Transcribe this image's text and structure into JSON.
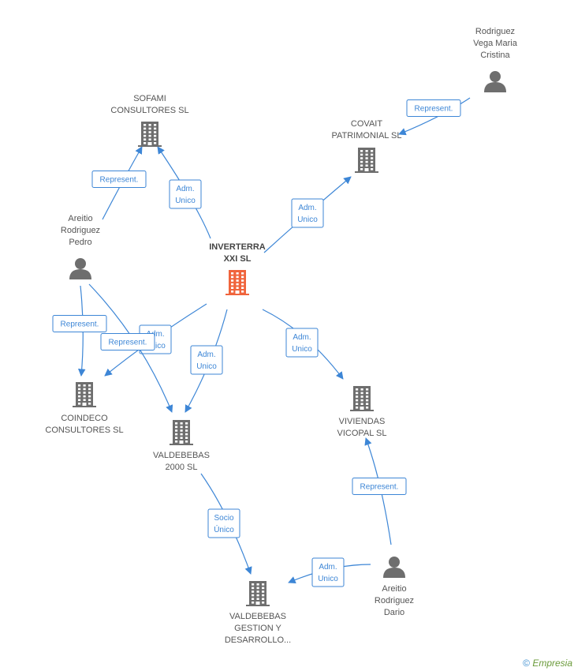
{
  "colors": {
    "edge": "#3d86d6",
    "node": "#6e6e6e",
    "main_node": "#f0643c"
  },
  "nodes": [
    {
      "id": "inverterra",
      "type": "company",
      "main": true,
      "lines": [
        "INVERTERRA",
        "XXI SL"
      ]
    },
    {
      "id": "sofami",
      "type": "company",
      "lines": [
        "SOFAMI",
        "CONSULTORES SL"
      ]
    },
    {
      "id": "covait",
      "type": "company",
      "lines": [
        "COVAIT",
        "PATRIMONIAL SL"
      ]
    },
    {
      "id": "coindeco",
      "type": "company",
      "lines": [
        "COINDECO",
        "CONSULTORES SL"
      ]
    },
    {
      "id": "valdebebas2000",
      "type": "company",
      "lines": [
        "VALDEBEBAS",
        "2000 SL"
      ]
    },
    {
      "id": "vicopal",
      "type": "company",
      "lines": [
        "VIVIENDAS",
        "VICOPAL SL"
      ]
    },
    {
      "id": "valdebebasgestion",
      "type": "company",
      "lines": [
        "VALDEBEBAS",
        "GESTION Y",
        "DESARROLLO..."
      ]
    },
    {
      "id": "rodriguez_vega",
      "type": "person",
      "lines": [
        "Rodriguez",
        "Vega Maria",
        "Cristina"
      ]
    },
    {
      "id": "areitio_pedro",
      "type": "person",
      "lines": [
        "Areitio",
        "Rodriguez",
        "Pedro"
      ]
    },
    {
      "id": "areitio_dario",
      "type": "person",
      "lines": [
        "Areitio",
        "Rodriguez",
        "Dario"
      ]
    }
  ],
  "edges": [
    {
      "from": "inverterra",
      "to": "sofami",
      "label": [
        "Adm.",
        "Unico"
      ]
    },
    {
      "from": "inverterra",
      "to": "covait",
      "label": [
        "Adm.",
        "Unico"
      ]
    },
    {
      "from": "inverterra",
      "to": "coindeco",
      "label": [
        "Adm.",
        "Unico"
      ]
    },
    {
      "from": "inverterra",
      "to": "valdebebas2000",
      "label": [
        "Adm.",
        "Unico"
      ]
    },
    {
      "from": "inverterra",
      "to": "vicopal",
      "label": [
        "Adm.",
        "Unico"
      ]
    },
    {
      "from": "areitio_pedro",
      "to": "sofami",
      "label": [
        "Represent."
      ]
    },
    {
      "from": "areitio_pedro",
      "to": "coindeco",
      "label": [
        "Represent."
      ]
    },
    {
      "from": "areitio_pedro",
      "to": "valdebebas2000",
      "label": [
        "Represent."
      ]
    },
    {
      "from": "rodriguez_vega",
      "to": "covait",
      "label": [
        "Represent."
      ]
    },
    {
      "from": "valdebebas2000",
      "to": "valdebebasgestion",
      "label": [
        "Socio",
        "Único"
      ]
    },
    {
      "from": "areitio_dario",
      "to": "vicopal",
      "label": [
        "Represent."
      ]
    },
    {
      "from": "areitio_dario",
      "to": "valdebebasgestion",
      "label": [
        "Adm.",
        "Unico"
      ]
    }
  ],
  "footer": {
    "copyright": "©",
    "brand": "Empresia"
  }
}
